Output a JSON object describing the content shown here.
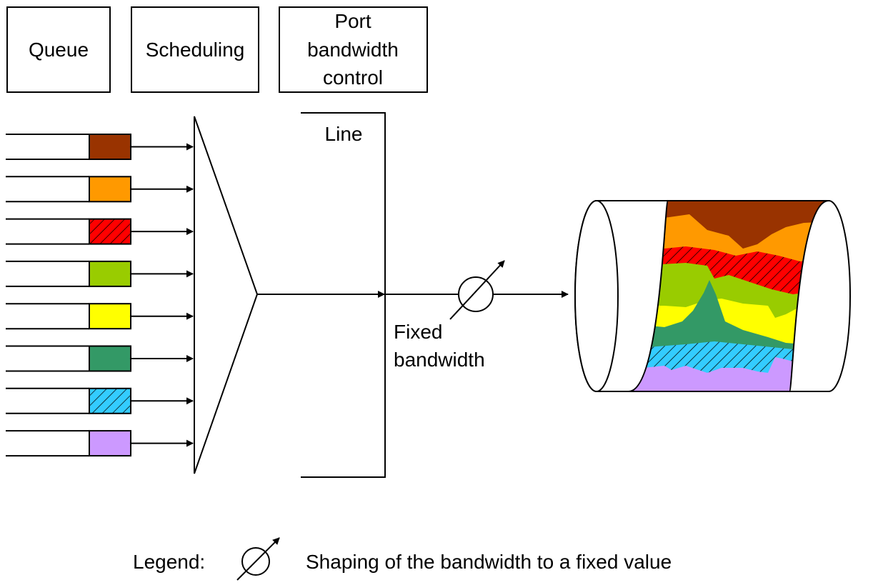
{
  "headers": {
    "queue": "Queue",
    "scheduling": "Scheduling",
    "port_line1": "Port",
    "port_line2": "bandwidth",
    "port_line3": "control"
  },
  "line_label": "Line",
  "fixed_bandwidth_line1": "Fixed",
  "fixed_bandwidth_line2": "bandwidth",
  "legend": {
    "title": "Legend:",
    "description": "Shaping of the bandwidth to a fixed value"
  },
  "queues": [
    {
      "color": "#993300",
      "hatched": false
    },
    {
      "color": "#FF9900",
      "hatched": false
    },
    {
      "color": "#FF0000",
      "hatched": true
    },
    {
      "color": "#99CC00",
      "hatched": false
    },
    {
      "color": "#FFFF00",
      "hatched": false
    },
    {
      "color": "#339966",
      "hatched": false
    },
    {
      "color": "#33CCFF",
      "hatched": true
    },
    {
      "color": "#CC99FF",
      "hatched": false
    }
  ]
}
